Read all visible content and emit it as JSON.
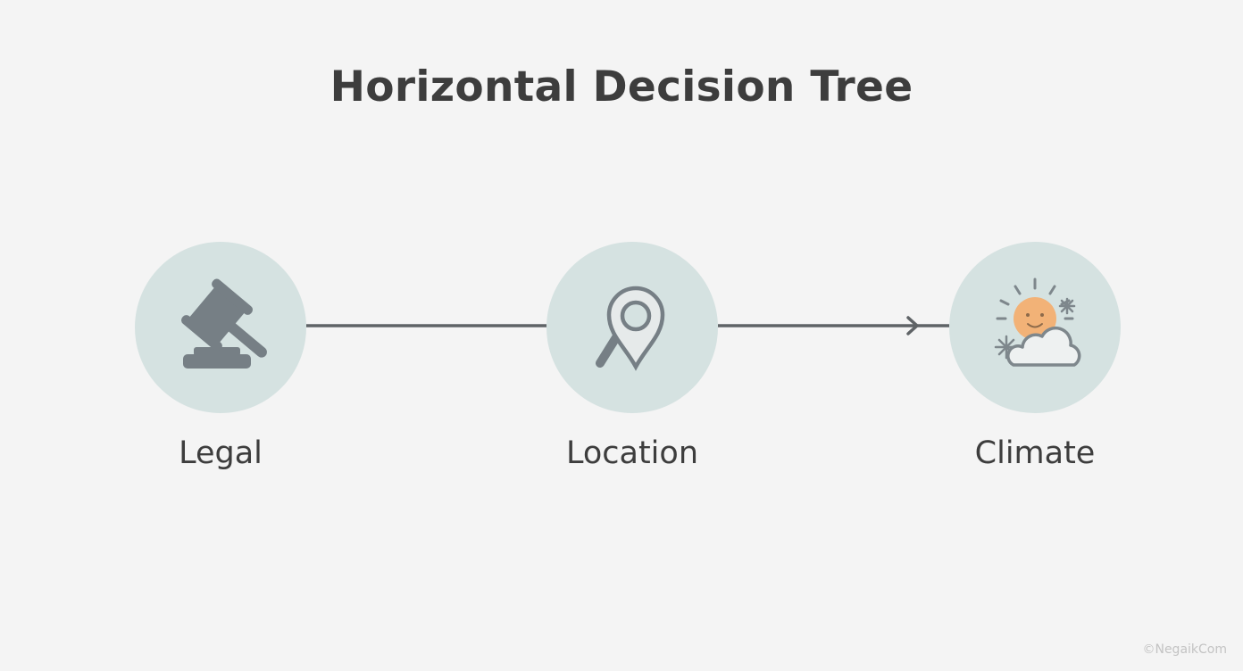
{
  "title": "Horizontal Decision Tree",
  "nodes": [
    {
      "label": "Legal",
      "icon": "gavel-icon"
    },
    {
      "label": "Location",
      "icon": "location-search-icon"
    },
    {
      "label": "Climate",
      "icon": "weather-icon"
    }
  ],
  "watermark": "©NegaikCom",
  "colors": {
    "background": "#f4f4f4",
    "node_fill": "#d5e2e1",
    "icon_gray": "#767f85",
    "connector": "#5f6366",
    "sun": "#f2b277",
    "text": "#3d3d3d"
  }
}
